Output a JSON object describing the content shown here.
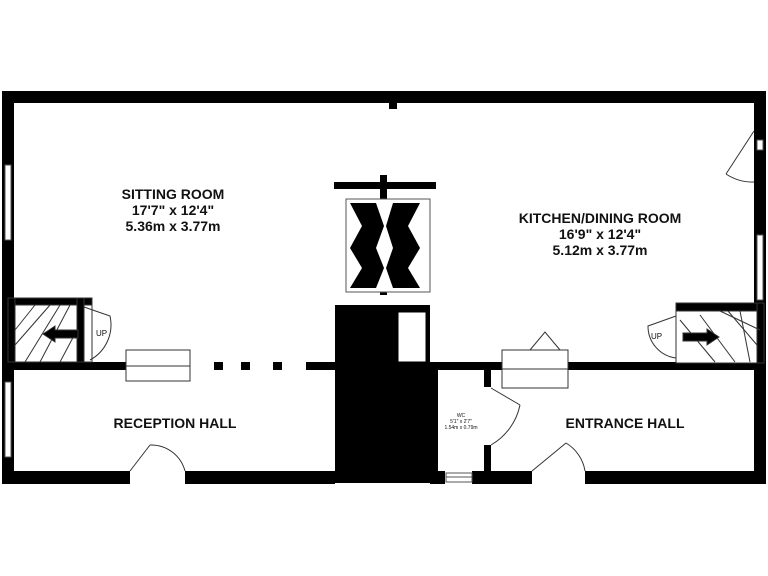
{
  "rooms": {
    "sitting_room": {
      "name": "SITTING ROOM",
      "imperial": "17'7\"  x 12'4\"",
      "metric": "5.36m  x 3.77m"
    },
    "kitchen": {
      "name": "KITCHEN/DINING ROOM",
      "imperial": "16'9\"  x 12'4\"",
      "metric": "5.12m  x 3.77m"
    },
    "reception_hall": {
      "name": "RECEPTION HALL"
    },
    "entrance_hall": {
      "name": "ENTRANCE HALL"
    },
    "wc": {
      "name": "WC",
      "imperial": "5'1\"  x 2'7\"",
      "metric": "1.54m  x 0.79m"
    }
  },
  "stairs": {
    "left_label": "UP",
    "right_label": "UP"
  },
  "colors": {
    "wall": "#000000",
    "background": "#ffffff"
  }
}
